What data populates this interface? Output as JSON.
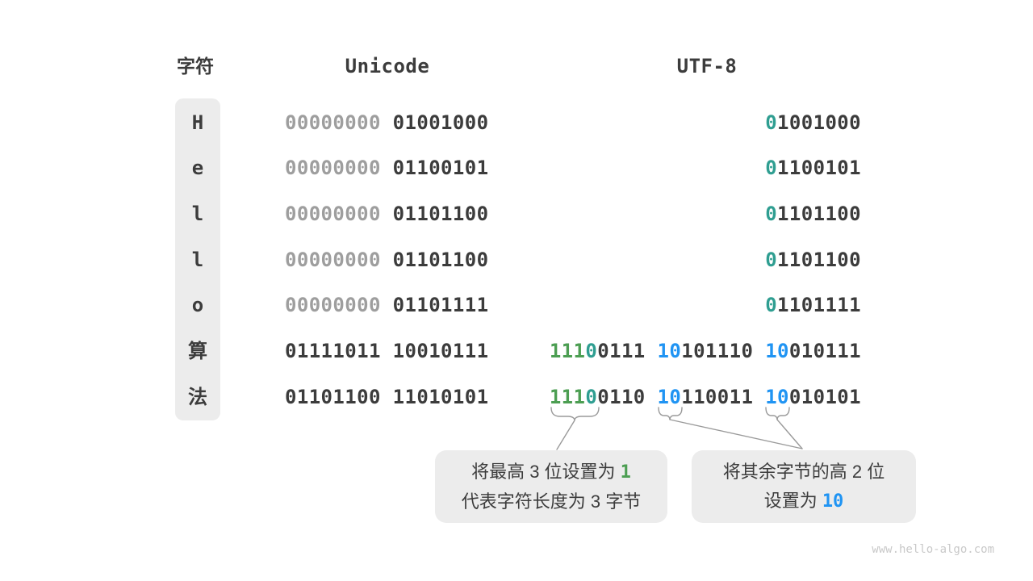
{
  "headers": {
    "char": "字符",
    "unicode": "Unicode",
    "utf8": "UTF-8"
  },
  "colors": {
    "leading-one-bits": "#4c9e52",
    "terminating-zero-bit": "#2f9e91",
    "continuation-prefix": "#2094f3",
    "bits-default": "#3c3c3c",
    "bits-muted": "#9e9e9e",
    "panel-background": "#ececec"
  },
  "rows": [
    {
      "char": "H",
      "unicode": [
        {
          "text": "00000000",
          "color": "gray"
        },
        {
          "text": "01001000",
          "color": "dark"
        }
      ],
      "utf8": [
        [
          {
            "text": "0",
            "color": "teal"
          },
          {
            "text": "1001000",
            "color": "dark"
          }
        ]
      ]
    },
    {
      "char": "e",
      "unicode": [
        {
          "text": "00000000",
          "color": "gray"
        },
        {
          "text": "01100101",
          "color": "dark"
        }
      ],
      "utf8": [
        [
          {
            "text": "0",
            "color": "teal"
          },
          {
            "text": "1100101",
            "color": "dark"
          }
        ]
      ]
    },
    {
      "char": "l",
      "unicode": [
        {
          "text": "00000000",
          "color": "gray"
        },
        {
          "text": "01101100",
          "color": "dark"
        }
      ],
      "utf8": [
        [
          {
            "text": "0",
            "color": "teal"
          },
          {
            "text": "1101100",
            "color": "dark"
          }
        ]
      ]
    },
    {
      "char": "l",
      "unicode": [
        {
          "text": "00000000",
          "color": "gray"
        },
        {
          "text": "01101100",
          "color": "dark"
        }
      ],
      "utf8": [
        [
          {
            "text": "0",
            "color": "teal"
          },
          {
            "text": "1101100",
            "color": "dark"
          }
        ]
      ]
    },
    {
      "char": "o",
      "unicode": [
        {
          "text": "00000000",
          "color": "gray"
        },
        {
          "text": "01101111",
          "color": "dark"
        }
      ],
      "utf8": [
        [
          {
            "text": "0",
            "color": "teal"
          },
          {
            "text": "1101111",
            "color": "dark"
          }
        ]
      ]
    },
    {
      "char": "算",
      "unicode": [
        {
          "text": "01111011",
          "color": "dark"
        },
        {
          "text": "10010111",
          "color": "dark"
        }
      ],
      "utf8": [
        [
          {
            "text": "111",
            "color": "green"
          },
          {
            "text": "0",
            "color": "teal"
          },
          {
            "text": "0111",
            "color": "dark"
          }
        ],
        [
          {
            "text": "10",
            "color": "blue"
          },
          {
            "text": "101110",
            "color": "dark"
          }
        ],
        [
          {
            "text": "10",
            "color": "blue"
          },
          {
            "text": "010111",
            "color": "dark"
          }
        ]
      ]
    },
    {
      "char": "法",
      "unicode": [
        {
          "text": "01101100",
          "color": "dark"
        },
        {
          "text": "11010101",
          "color": "dark"
        }
      ],
      "utf8": [
        [
          {
            "text": "111",
            "color": "green"
          },
          {
            "text": "0",
            "color": "teal"
          },
          {
            "text": "0110",
            "color": "dark"
          }
        ],
        [
          {
            "text": "10",
            "color": "blue"
          },
          {
            "text": "110011",
            "color": "dark"
          }
        ],
        [
          {
            "text": "10",
            "color": "blue"
          },
          {
            "text": "010101",
            "color": "dark"
          }
        ]
      ]
    }
  ],
  "callouts": [
    {
      "line1_pre": "将最高 3 位设置为 ",
      "line1_num": "1",
      "line2": "代表字符长度为 3 字节"
    },
    {
      "line1": "将其余字节的高 2 位",
      "line2_pre": "设置为 ",
      "line2_num": "10"
    }
  ],
  "watermark": "www.hello-algo.com"
}
